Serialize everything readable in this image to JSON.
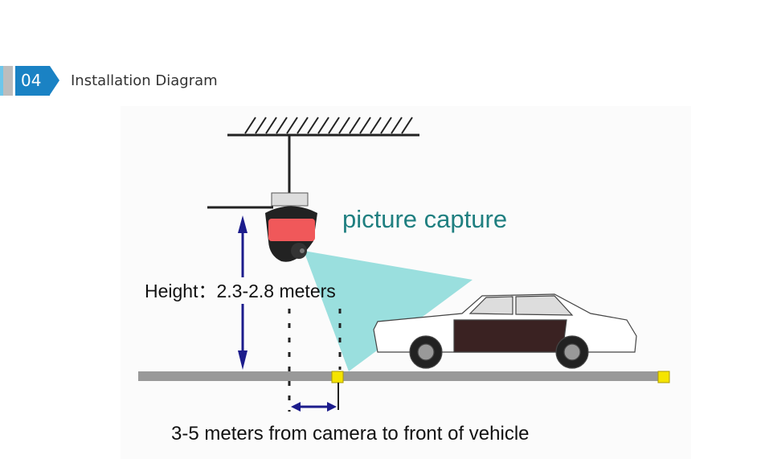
{
  "header": {
    "number": "04",
    "title": "Installation Diagram"
  },
  "diagram": {
    "capture_label": "picture capture",
    "height_label": "Height：2.3-2.8 meters",
    "distance_label": "3-5 meters from camera to front of vehicle",
    "colors": {
      "capture": "#1f7f80",
      "cone": "#8fdcda",
      "arrow": "#1c1c8c",
      "marker": "#f5e400",
      "ground": "#999999"
    }
  }
}
